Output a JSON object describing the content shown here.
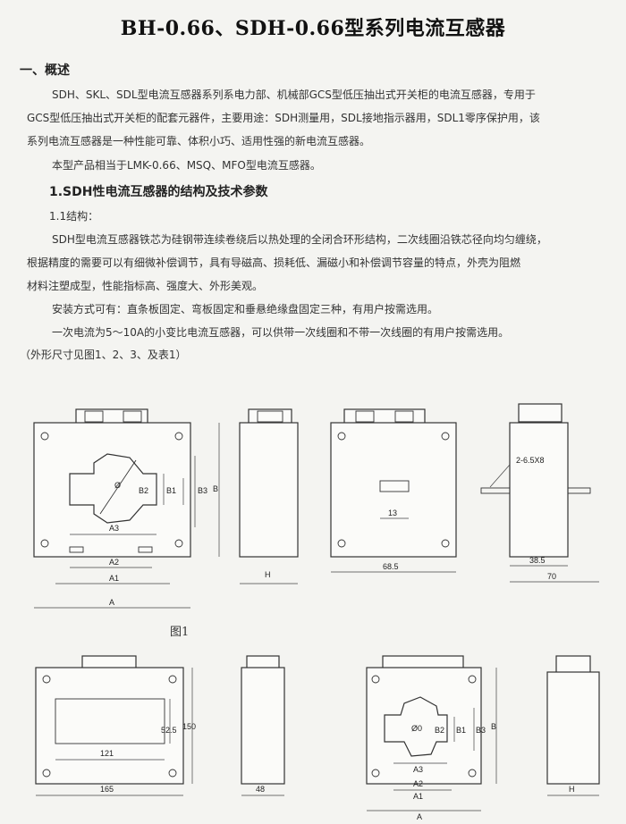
{
  "title": "BH-0.66、SDH-0.66型系列电流互感器",
  "section1": {
    "heading": "一、概述"
  },
  "intro": {
    "line1": "SDH、SKL、SDL型电流互感器系列系电力部、机械部GCS型低压抽出式开关柜的电流互感器，专用于",
    "line2": "GCS型低压抽出式开关柜的配套元器件，主要用途：SDH测量用，SDL接地指示器用，SDL1零序保护用，该",
    "line3": "系列电流互感器是一种性能可靠、体积小巧、适用性强的新电流互感器。",
    "line4": "本型产品相当于LMK-0.66、MSQ、MFO型电流互感器。"
  },
  "section2": {
    "heading": "1.SDH性电流互感器的结构及技术参数"
  },
  "structure": {
    "label": "1.1结构：",
    "line1": "SDH型电流互感器铁芯为硅钢带连续卷绕后以热处理的全闭合环形结构，二次线圈沿铁芯径向均匀缠绕，",
    "line2": "根据精度的需要可以有细微补偿调节，具有导磁高、损耗低、漏磁小和补偿调节容量的特点，外壳为阻燃",
    "line3": "材料注塑成型，性能指标高、强度大、外形美观。",
    "install": "安装方式可有：直条板固定、弯板固定和垂悬绝缘盘固定三种，有用户按需选用。",
    "small": "一次电流为5～10A的小变比电流互感器，可以供带一次线圈和不带一次线圈的有用户按需选用。",
    "ref": "（外形尺寸见图1、2、3、及表1）"
  },
  "figure1": {
    "caption": "图1",
    "labels": {
      "A": "A",
      "A1": "A1",
      "A2": "A2",
      "A3": "A3",
      "B": "B",
      "B1": "B1",
      "B2": "B2",
      "B3": "B3",
      "phi": "Ø",
      "H": "H"
    },
    "dims": {
      "d1": "68.5",
      "d2": "13",
      "d3": "2-6.5X8",
      "d4": "38.5",
      "d5": "70"
    }
  },
  "figure2": {
    "dims": {
      "w": "165",
      "inner": "121",
      "h": "150",
      "win": "52.5",
      "depth": "48"
    }
  },
  "figure3": {
    "labels": {
      "A": "A",
      "A1": "A1",
      "A2": "A2",
      "A3": "A3",
      "B": "B",
      "B1": "B1",
      "B2": "B2",
      "B3": "B3",
      "phi": "Ø0",
      "H": "H"
    }
  }
}
